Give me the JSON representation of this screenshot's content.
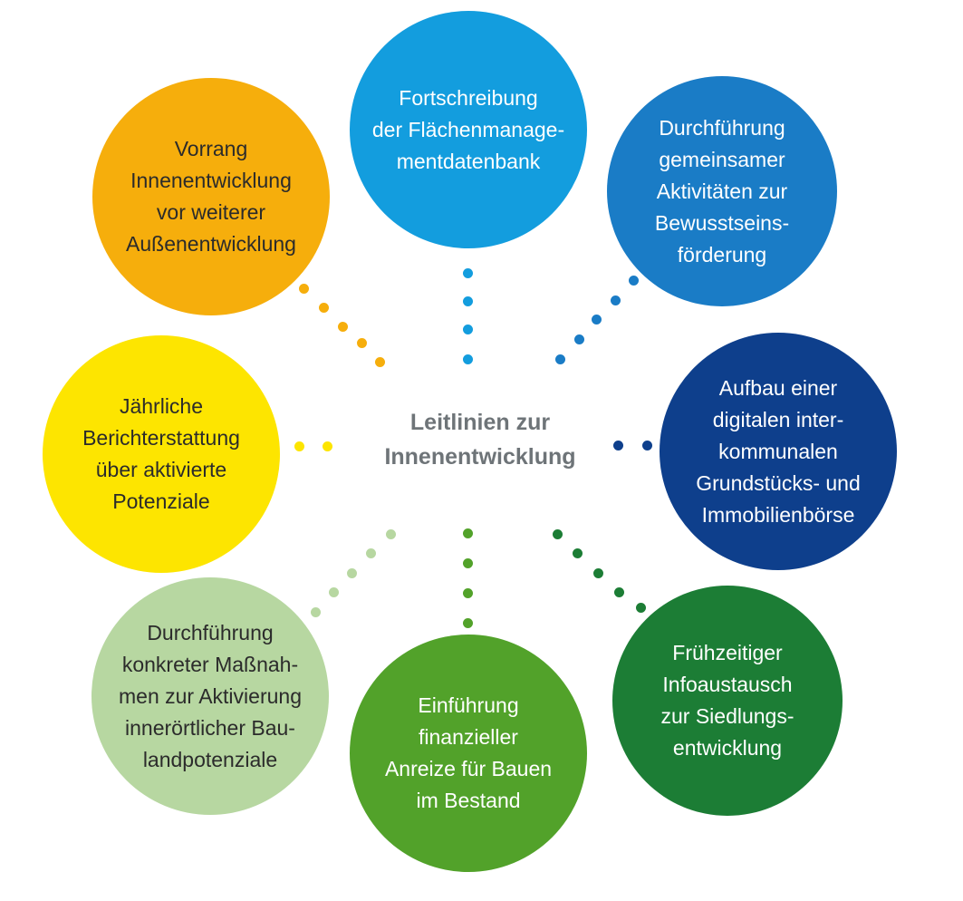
{
  "center": {
    "title": "Leitlinien zur\nInnenentwicklung",
    "color": "#6e7478"
  },
  "nodes": [
    {
      "id": "fortschreibung",
      "text": "Fortschreibung\nder Flächenmanage-\nmentdatenbank",
      "color": "#139dde",
      "text_color": "#ffffff"
    },
    {
      "id": "bewusstsein",
      "text": "Durchführung\ngemeinsamer\nAktivitäten zur\nBewusstseins-\nförderung",
      "color": "#1a7cc6",
      "text_color": "#ffffff"
    },
    {
      "id": "immobilienboerse",
      "text": "Aufbau einer\ndigitalen inter-\nkommunalen\nGrundstücks- und\nImmobilienbörse",
      "color": "#0e3f8c",
      "text_color": "#ffffff"
    },
    {
      "id": "infoaustausch",
      "text": "Frühzeitiger\nInfoaustausch\nzur Siedlungs-\nentwicklung",
      "color": "#1c7d35",
      "text_color": "#ffffff"
    },
    {
      "id": "anreize",
      "text": "Einführung\nfinanzieller\nAnreize für Bauen\nim Bestand",
      "color": "#52a22a",
      "text_color": "#ffffff"
    },
    {
      "id": "massnahmen",
      "text": "Durchführung\nkonkreter Maßnah-\nmen zur Aktivierung\ninnerörtlicher Bau-\nlandpotenziale",
      "color": "#b7d7a1",
      "text_color": "#2b2b2b"
    },
    {
      "id": "berichterstattung",
      "text": "Jährliche\nBerichterstattung\nüber aktivierte\nPotenziale",
      "color": "#fde500",
      "text_color": "#2b2b2b"
    },
    {
      "id": "vorrang",
      "text": "Vorrang\nInnenentwicklung\nvor weiterer\nAußenentwicklung",
      "color": "#f6ae0c",
      "text_color": "#2b2b2b"
    }
  ]
}
